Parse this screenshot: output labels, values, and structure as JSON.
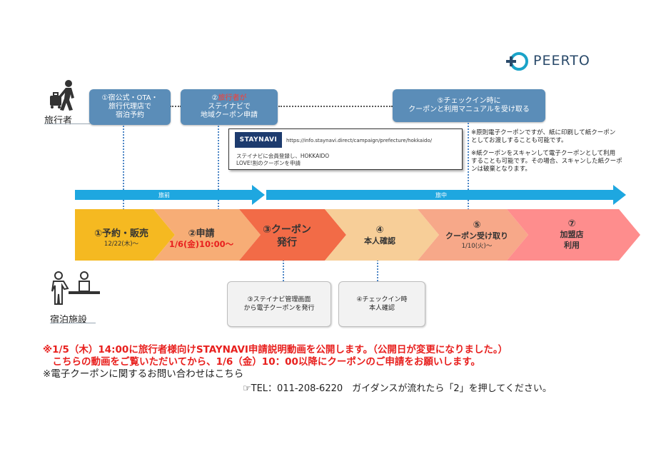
{
  "logo": {
    "text": "PEERTO"
  },
  "roles": {
    "traveler": "旅行者",
    "facility": "宿泊施設"
  },
  "traveler_boxes": {
    "box1": {
      "lines": [
        "①宿公式・OTA・",
        "旅行代理店で",
        "宿泊予約"
      ]
    },
    "box2": {
      "line1_prefix": "②",
      "line1_highlight": "旅行者が",
      "lines": [
        "ステイナビで",
        "地域クーポン申請"
      ]
    },
    "box3": {
      "lines": [
        "⑤チェックイン時に",
        "クーポンと利用マニュアルを受け取る"
      ]
    }
  },
  "web_box": {
    "logo_text": "STAYNAVI",
    "url": "https://info.staynavi.direct/campaign/prefecture/hokkaido/",
    "desc": [
      "ステイナビに会員登録し、HOKKAIDO",
      "LOVE!割のクーポンを申請"
    ]
  },
  "notes": [
    [
      "※原則電子クーポンですが、紙に印刷して紙クーポン",
      "としてお渡しすることも可能です。"
    ],
    [
      "※紙クーポンをスキャンして電子クーポンとして利用",
      "することも可能です。その場合、スキャンした紙クーポ",
      "ンは破棄となります。"
    ]
  ],
  "timeline": {
    "before": "旅前",
    "during": "旅中"
  },
  "colors": {
    "step1": "#f5b921",
    "step2": "#f7ad76",
    "step3": "#f26b47",
    "step4": "#f7ce98",
    "step5": "#f7a889",
    "step6": "#fe8d8d",
    "blue": "#5b8db8",
    "arrow": "#1ea7e0",
    "red": "#e8201e"
  },
  "steps": [
    {
      "label": "①予約・販売",
      "date": "12/22(木)～"
    },
    {
      "label": "②申請",
      "date": "1/6(金)10:00～"
    },
    {
      "label_lines": [
        "③クーポン",
        "発行"
      ]
    },
    {
      "label_lines": [
        "④",
        "本人確認"
      ]
    },
    {
      "label_lines": [
        "⑤",
        "クーポン受け取り"
      ],
      "date": "1/10(火)～"
    },
    {
      "label_lines": [
        "⑦",
        "加盟店",
        "利用"
      ]
    }
  ],
  "facility_boxes": {
    "box1": [
      "③ステイナビ管理画面",
      "から電子クーポンを発行"
    ],
    "box2": [
      "④チェックイン時",
      "本人確認"
    ]
  },
  "footer": {
    "red1": "※1/5（木）14:00に旅行者様向けSTAYNAVI申請説明動画を公開します。（公開日が変更になりました。）",
    "red2": "　こちらの動画をご覧いただいてから、1/6（金）10：00以降にクーポンのご申請をお願いします。",
    "black1": "※電子クーポンに関するお問い合わせはこちら",
    "tel": "☞TEL：011-208-6220　ガイダンスが流れたら「2」を押してください。"
  }
}
